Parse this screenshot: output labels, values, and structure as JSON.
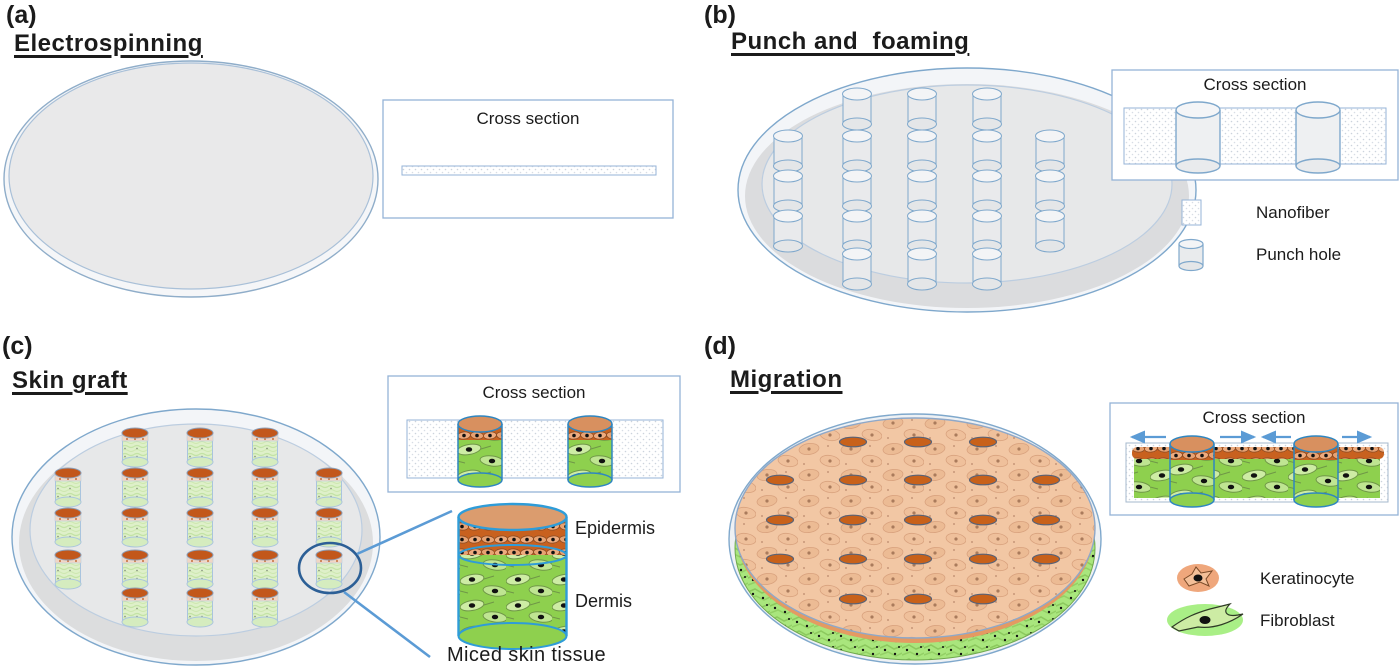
{
  "figure": {
    "description": "Four-panel schematic of nanofiber skin-graft fabrication in petri dishes",
    "cross_section_title": "Cross section"
  },
  "colors": {
    "accent_blue": "#5b9bd5",
    "annotation_blue": "#2c5f96",
    "box_border": "#95b3d7",
    "dish_stroke": "#7fa8cc",
    "dish_fill": "#e8e9ea",
    "orange_dark": "#c2571b",
    "epidermis_orange": "#c8611f",
    "keratinocyte_fill": "#efa77c",
    "dermis_green": "#8ed04e",
    "fibroblast_fill": "#a9ef86",
    "skin_top_tan": "#f2c7a4",
    "green_layer": "#a9e67d"
  },
  "panels": {
    "a": {
      "label": "(a)",
      "title": "Electrospinning",
      "cross_section_title": "Cross section"
    },
    "b": {
      "label": "(b)",
      "title": "Punch and  foaming",
      "cross_section_title": "Cross section",
      "legend": {
        "nanofiber": "Nanofiber",
        "punch_hole": "Punch hole"
      }
    },
    "c": {
      "label": "(c)",
      "title": "Skin graft",
      "cross_section_title": "Cross section",
      "labels": {
        "epidermis": "Epidermis",
        "dermis": "Dermis",
        "minced_skin_tissue": "Miced skin tissue"
      }
    },
    "d": {
      "label": "(d)",
      "title": "Migration",
      "cross_section_title": "Cross section",
      "legend": {
        "keratinocyte": "Keratinocyte",
        "fibroblast": "Fibroblast"
      }
    }
  }
}
